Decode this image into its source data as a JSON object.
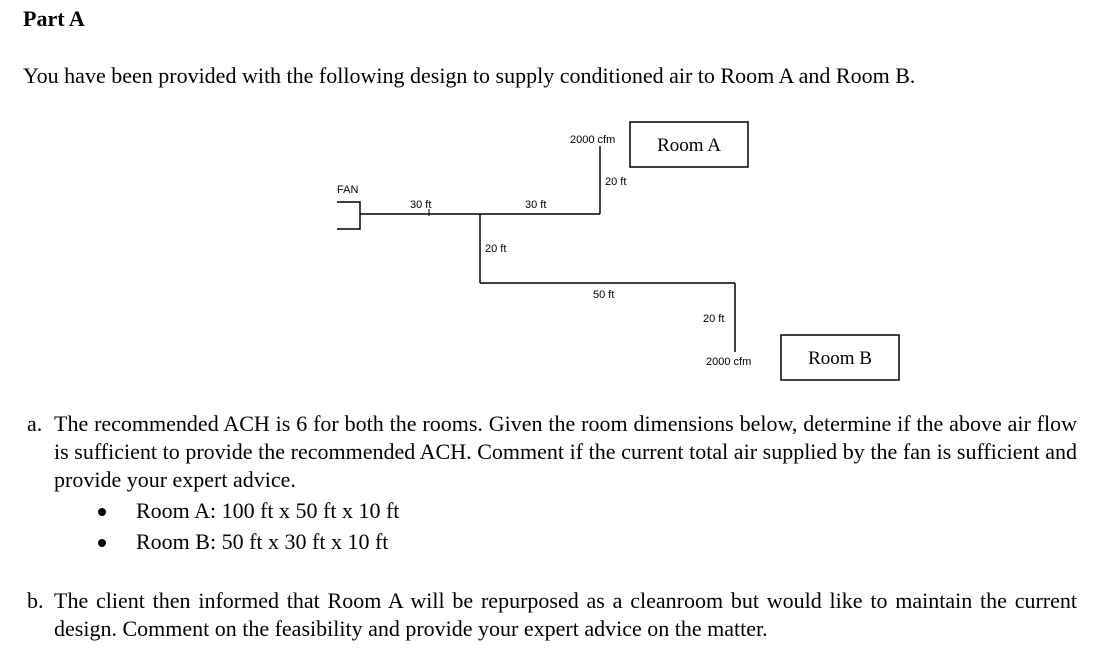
{
  "heading": "Part A",
  "intro": "You have been provided with the following design to supply conditioned air to Room A and Room B.",
  "diagram": {
    "fan_label": "FAN",
    "room_a": "Room A",
    "room_b": "Room B",
    "flow_a": "2000 cfm",
    "flow_b": "2000 cfm",
    "seg_fan_main": "30 ft",
    "seg_main_branch": "30 ft",
    "seg_branch_a_rise": "20 ft",
    "seg_drop": "20 ft",
    "seg_lower_run": "50 ft",
    "seg_branch_b_drop": "20 ft"
  },
  "question_a": {
    "label": "a.",
    "text": "The recommended ACH is 6 for both the rooms. Given the room dimensions below, determine if the above air flow is sufficient to provide the recommended ACH. Comment if the current total air supplied by the fan is sufficient and provide your expert advice.",
    "bullets": [
      "Room A: 100 ft x 50 ft x 10 ft",
      "Room B: 50 ft x 30 ft x 10 ft"
    ]
  },
  "question_b": {
    "label": "b.",
    "text": "The client then informed that Room A will be repurposed as a cleanroom but would like to maintain the current design. Comment on the feasibility and provide your expert advice on the matter."
  }
}
